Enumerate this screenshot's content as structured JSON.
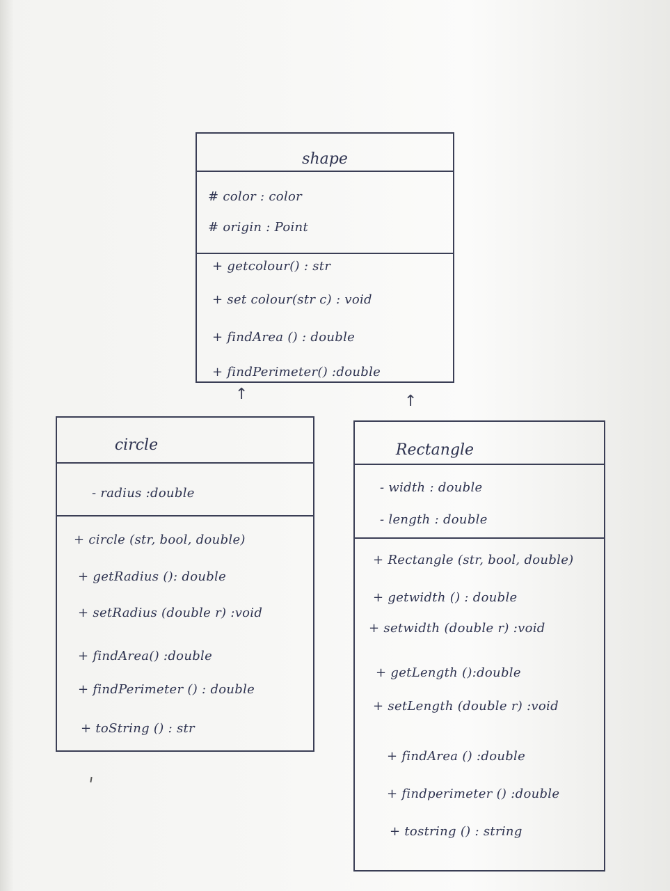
{
  "diagram": {
    "shape": {
      "name": "shape",
      "attributes": [
        "#  color :  color",
        "#  origin :  Point"
      ],
      "methods": [
        "+     getcolour() : str",
        "+   set colour(str c) : void",
        "+     findArea () : double",
        "+   findPerimeter() :double"
      ]
    },
    "circle": {
      "name": "circle",
      "attributes": [
        "-  radius  :double"
      ],
      "methods": [
        "+ circle (str, bool, double)",
        "+ getRadius (): double",
        "+ setRadius (double r) :void",
        "+ findArea() :double",
        "+ findPerimeter () : double",
        "+ toString () : str"
      ]
    },
    "rectangle": {
      "name": "Rectangle",
      "attributes": [
        "-   width : double",
        "-   length : double"
      ],
      "methods": [
        "+ Rectangle (str, bool, double)",
        "+ getwidth () : double",
        "+ setwidth (double r) :void",
        "+ getLength ():double",
        "+ setLength (double r) :void",
        "+ findArea () :double",
        "+ findperimeter () :double",
        "+ tostring () : string"
      ]
    },
    "arrows": [
      "↑",
      "↑"
    ]
  }
}
